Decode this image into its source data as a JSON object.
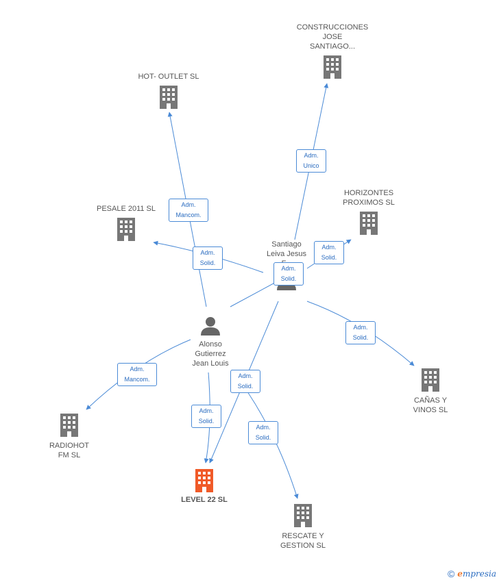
{
  "colors": {
    "edge": "#4a8ad6",
    "building": "#777777",
    "building_focus": "#f05a28",
    "person": "#666666"
  },
  "people": {
    "santiago": {
      "label": "Santiago\nLeiva Jesus\nF..."
    },
    "alonso": {
      "label": "Alonso\nGutierrez\nJean Louis"
    }
  },
  "companies": {
    "construcciones": {
      "label": "CONSTRUCCIONES\nJOSE\nSANTIAGO..."
    },
    "hot_outlet": {
      "label": "HOT- OUTLET SL"
    },
    "pesale": {
      "label": "PESALE 2011 SL"
    },
    "horizontes": {
      "label": "HORIZONTES\nPROXIMOS  SL"
    },
    "canas": {
      "label": "CAÑAS Y\nVINOS SL"
    },
    "radiohot": {
      "label": "RADIOHOT\nFM SL"
    },
    "level22": {
      "label": "LEVEL 22 SL"
    },
    "rescate": {
      "label": "RESCATE Y\nGESTION  SL"
    }
  },
  "relations": {
    "adm_unico": "Adm.\nUnico",
    "hot_outlet": "Adm.\nMancom.",
    "pesale": "Adm.\nSolid.",
    "horizontes": "Adm.\nSolid.",
    "santiago_center": "Adm.\nSolid.",
    "canas": "Adm.\nSolid.",
    "radiohot": "Adm.\nMancom.",
    "level22_santiago": "Adm.\nSolid.",
    "level22_alonso": "Adm.\nSolid.",
    "rescate": "Adm.\nSolid."
  },
  "brand": {
    "copyright": "©",
    "initial": "e",
    "name": "mpresia"
  }
}
